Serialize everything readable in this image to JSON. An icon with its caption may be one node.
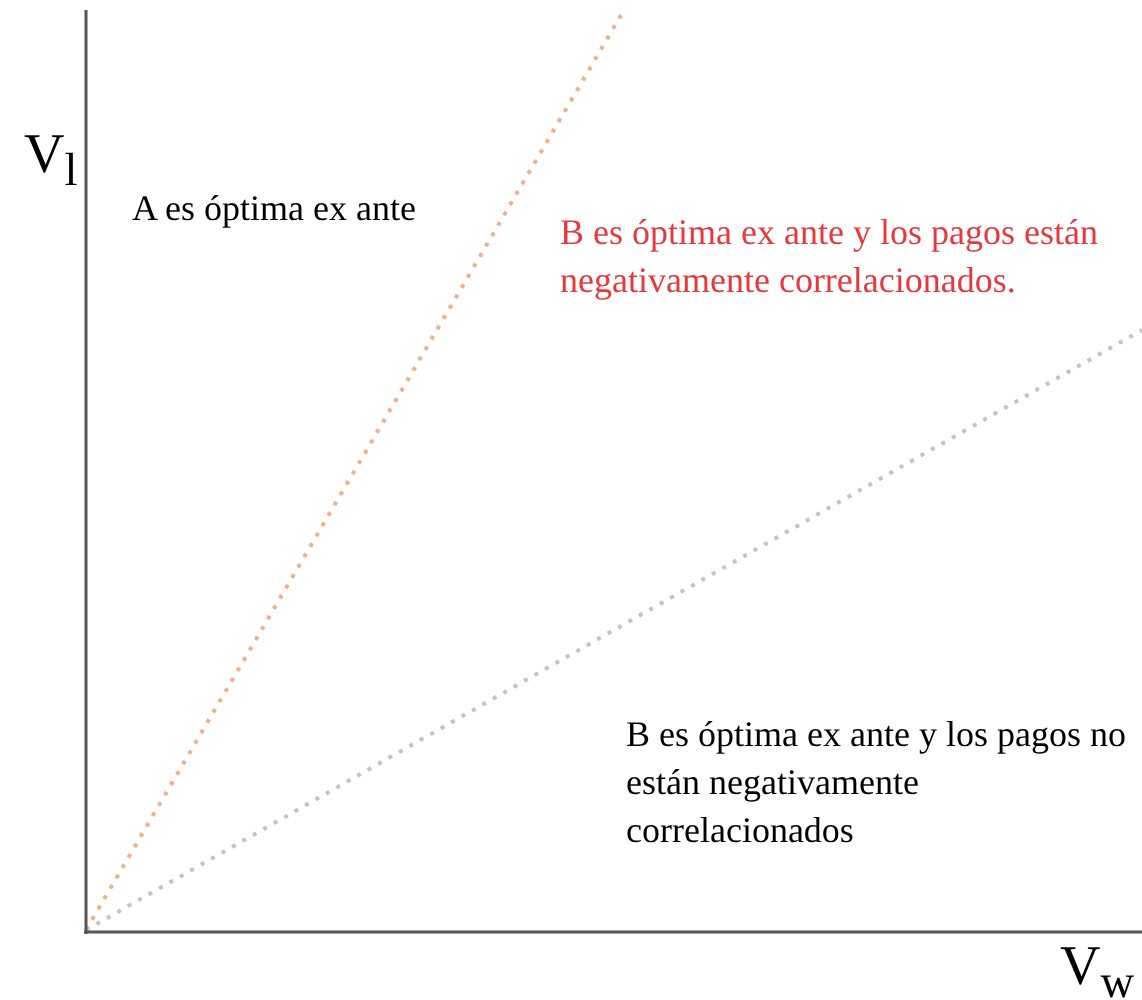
{
  "diagram": {
    "labels": [
      "V$_{l}$",
      "A es óptima ex ante",
      "B es óptima ex ante y los pagos están negativamente correlacionados.",
      "B es óptima ex ante y los pagos no están negativamente correlacionados",
      "V$_{w}$"
    ]
  }
}
